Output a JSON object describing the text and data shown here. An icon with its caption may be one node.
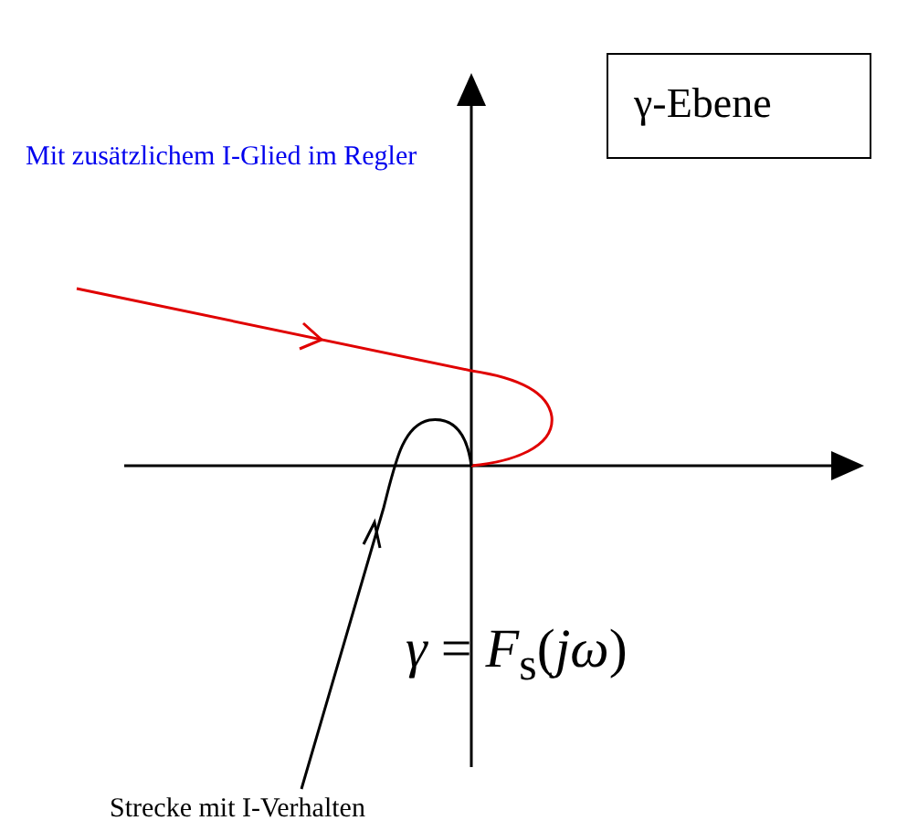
{
  "diagram": {
    "nodes": [
      {
        "text": [
          "γ-Ebene"
        ]
      }
    ],
    "labels": [
      "Mit zusätzlichem I-Glied im Regler",
      "*γ* = *F*$_{s}$(*jω*)",
      "Strecke mit I-Verhalten"
    ]
  }
}
